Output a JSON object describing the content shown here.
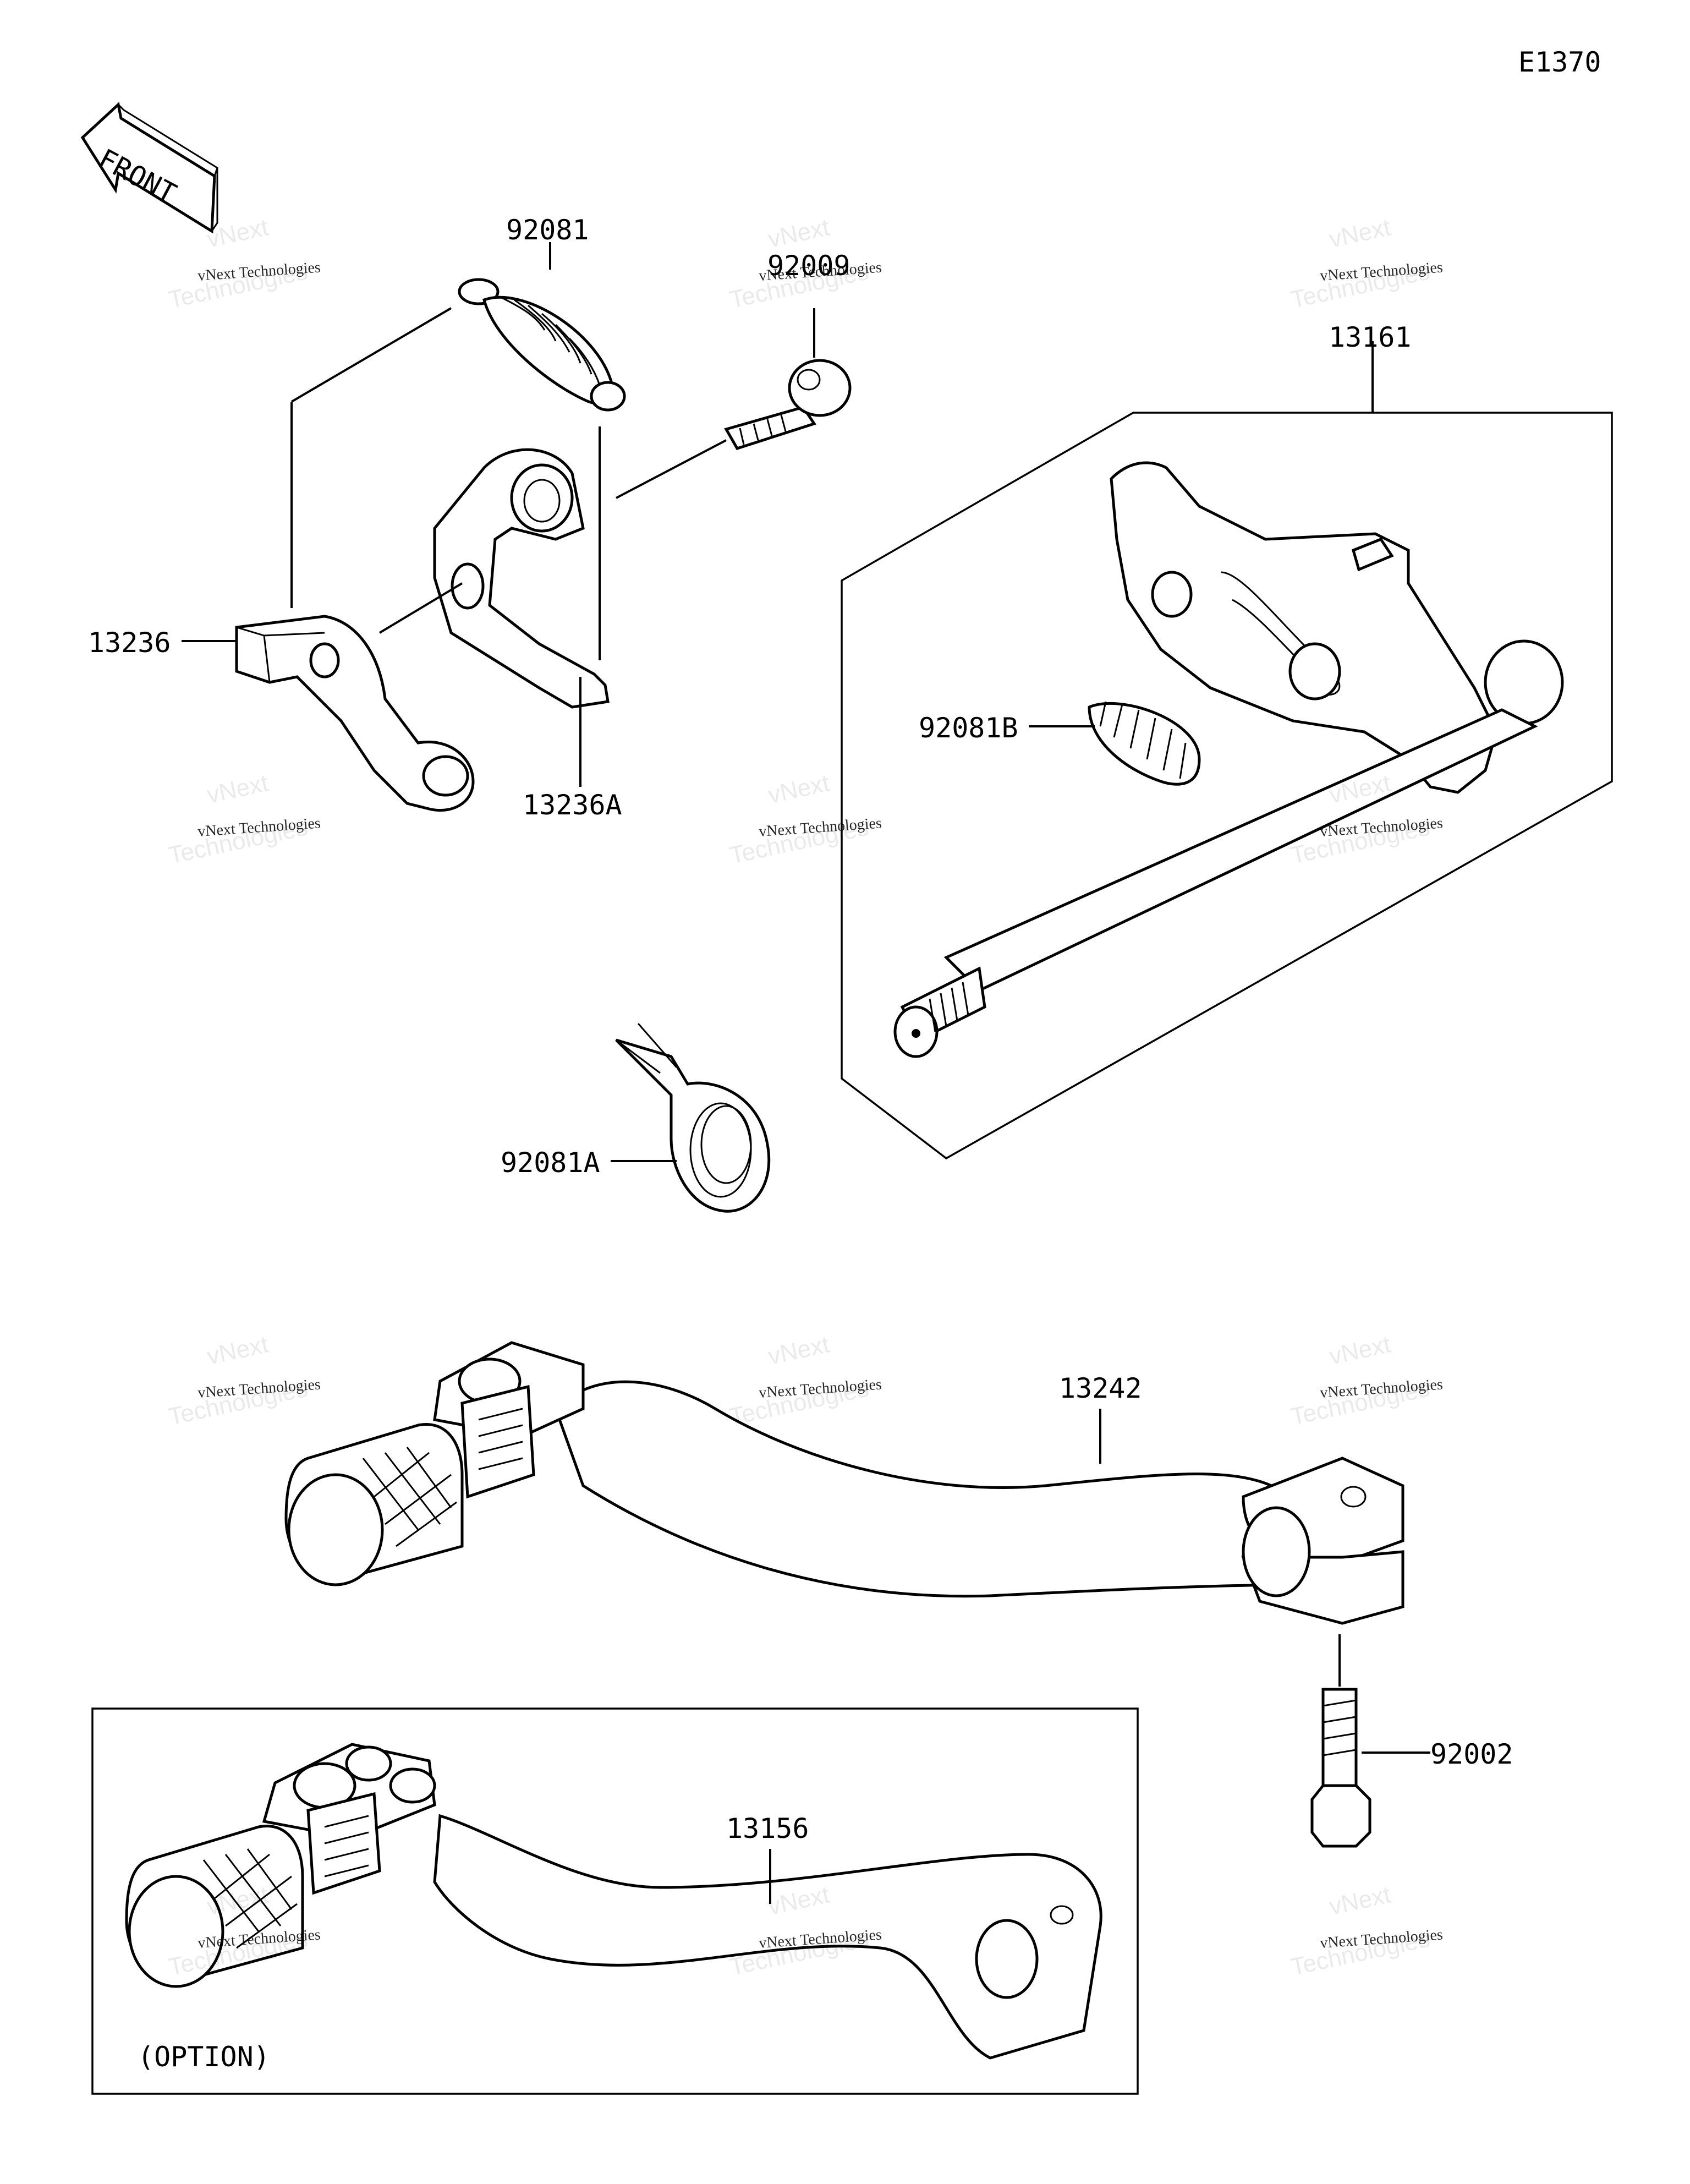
{
  "diagram_code": "E1370",
  "front_label": "FRONT",
  "option_label": "(OPTION)",
  "watermark": {
    "line1": "vNext",
    "line2": "vNext Technologies",
    "line3": "Technologies"
  },
  "parts": {
    "p92081": "92081",
    "p92009": "92009",
    "p13161": "13161",
    "p13236": "13236",
    "p13236A": "13236A",
    "p92081B": "92081B",
    "p92081A": "92081A",
    "p13242": "13242",
    "p92002": "92002",
    "p13156": "13156"
  }
}
